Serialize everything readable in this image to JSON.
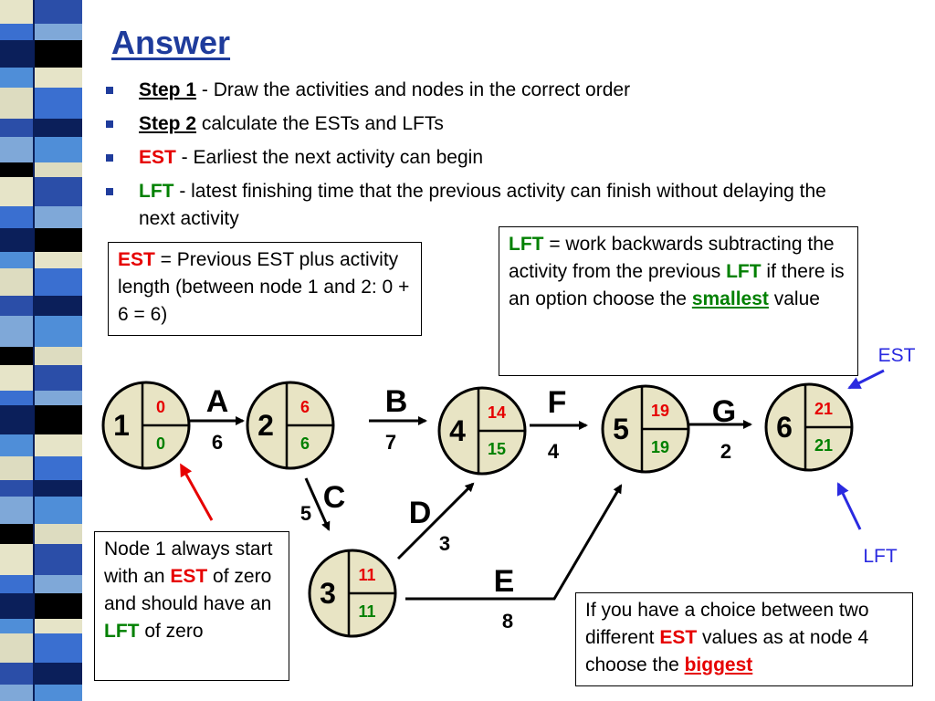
{
  "slide": {
    "title": "Answer",
    "bullets": [
      {
        "lead": "Step 1",
        "text": " - Draw the activities and nodes in the correct order"
      },
      {
        "lead": "Step 2",
        "text": " calculate the ESTs and LFTs"
      },
      {
        "lead": "EST",
        "text": " - Earliest the next activity can begin"
      },
      {
        "lead": "LFT",
        "text": " - latest finishing time that the previous activity can finish without delaying the next activity"
      }
    ]
  },
  "notes": {
    "est_rule": {
      "lead": "EST",
      "text": " = Previous EST plus activity length (between node 1 and 2: 0 + 6 = 6)"
    },
    "lft_rule": {
      "lead": "LFT",
      "text1": " = work backwards subtracting the activity from the previous ",
      "lft2": "LFT",
      "text2": " if there is an option choose the ",
      "emph": "smallest",
      "text3": " value"
    },
    "node1": {
      "text1": "Node 1 always start with an ",
      "est": "EST",
      "text2": " of zero and should have an ",
      "lft": "LFT",
      "text3": " of zero"
    },
    "choice": {
      "text1": "If you have a choice between two different ",
      "est": "EST",
      "text2": " values as at node 4 choose the ",
      "emph": "biggest"
    }
  },
  "labels": {
    "est": "EST",
    "lft": "LFT"
  },
  "nodes": [
    {
      "id": "1",
      "est": "0",
      "lft": "0"
    },
    {
      "id": "2",
      "est": "6",
      "lft": "6"
    },
    {
      "id": "3",
      "est": "11",
      "lft": "11"
    },
    {
      "id": "4",
      "est": "14",
      "lft": "15"
    },
    {
      "id": "5",
      "est": "19",
      "lft": "19"
    },
    {
      "id": "6",
      "est": "21",
      "lft": "21"
    }
  ],
  "activities": [
    {
      "name": "A",
      "duration": "6"
    },
    {
      "name": "B",
      "duration": "7"
    },
    {
      "name": "C",
      "duration": "5"
    },
    {
      "name": "D",
      "duration": "3"
    },
    {
      "name": "E",
      "duration": "8"
    },
    {
      "name": "F",
      "duration": "4"
    },
    {
      "name": "G",
      "duration": "2"
    }
  ],
  "colors": {
    "title": "#1f3c9c",
    "est": "#e60000",
    "lft": "#008000",
    "node_fill": "#e8e4c4",
    "pointer_red": "#e60000",
    "pointer_blue": "#2a2ae0",
    "stripe": [
      "#2b4ea8",
      "#7fa8d8",
      "#000000",
      "#e6e4c8",
      "#3a6fd0",
      "#0b1f5a",
      "#4f8ed8",
      "#dddcc0"
    ]
  }
}
